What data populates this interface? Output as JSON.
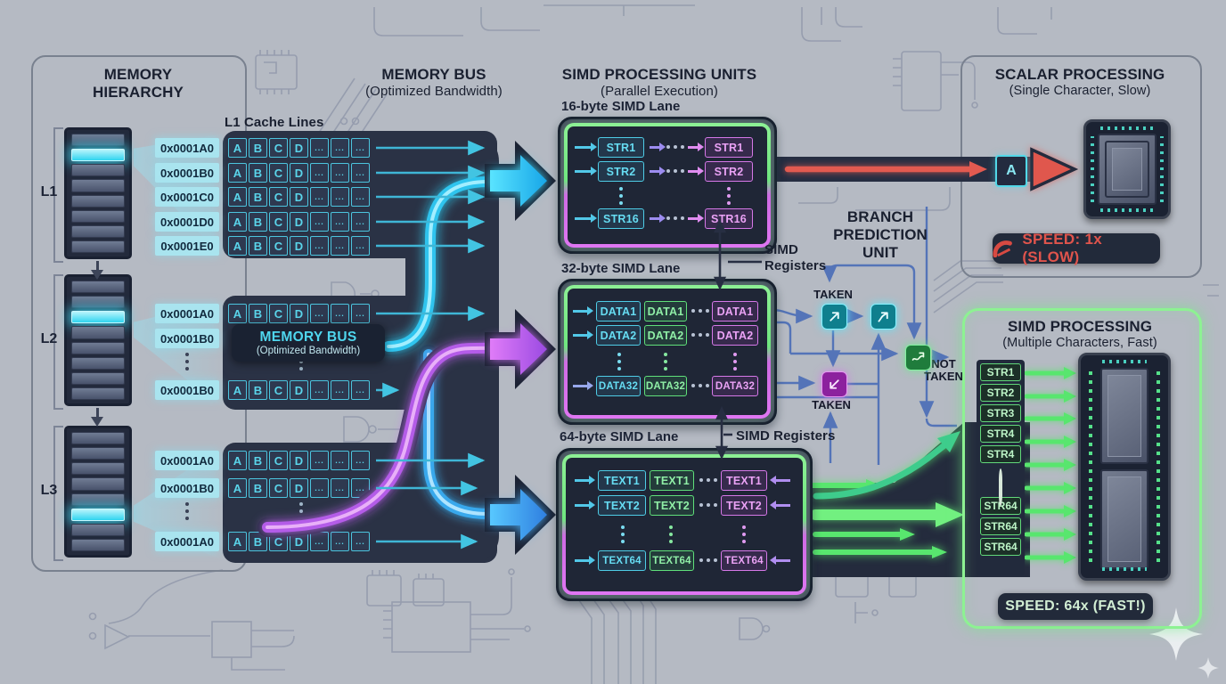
{
  "memory_hierarchy": {
    "title": "MEMORY HIERARCHY",
    "levels": [
      "L1",
      "L2",
      "L3"
    ]
  },
  "cache": {
    "lines_label": "L1 Cache Lines",
    "cells": [
      "A",
      "B",
      "C",
      "D",
      "...",
      "...",
      "..."
    ],
    "l1_addresses": [
      "0x0001A0",
      "0x0001B0",
      "0x0001C0",
      "0x0001D0",
      "0x0001E0"
    ],
    "l2_addresses": [
      "0x0001A0",
      "0x0001B0",
      "0x0001B0"
    ],
    "l3_addresses": [
      "0x0001A0",
      "0x0001B0",
      "0x0001A0"
    ]
  },
  "memory_bus": {
    "title": "MEMORY BUS",
    "subtitle": "(Optimized Bandwidth)"
  },
  "simd_units": {
    "title": "SIMD PROCESSING UNITS",
    "subtitle": "(Parallel Execution)",
    "registers_label": "SIMD Registers",
    "registers_label_2": "SIMD Registers",
    "lane16": {
      "label": "16-byte SIMD Lane",
      "rows": [
        {
          "src": "STR1",
          "dst": "STR1"
        },
        {
          "src": "STR2",
          "dst": "STR2"
        },
        {
          "src": "STR16",
          "dst": "STR16"
        }
      ]
    },
    "lane32": {
      "label": "32-byte SIMD Lane",
      "rows": [
        [
          "DATA1",
          "DATA1",
          "DATA1"
        ],
        [
          "DATA2",
          "DATA2",
          "DATA2"
        ],
        [
          "DATA32",
          "DATA32",
          "DATA32"
        ]
      ]
    },
    "lane64": {
      "label": "64-byte SIMD Lane",
      "rows": [
        [
          "TEXT1",
          "TEXT1",
          "TEXT1"
        ],
        [
          "TEXT2",
          "TEXT2",
          "TEXT2"
        ],
        [
          "TEXT64",
          "TEXT64",
          "TEXT64"
        ]
      ]
    }
  },
  "branch_prediction": {
    "title": "BRANCH PREDICTION UNIT",
    "taken_top": "TAKEN",
    "taken_bottom": "TAKEN",
    "not_taken": "NOT TAKEN"
  },
  "scalar": {
    "title": "SCALAR PROCESSING",
    "subtitle": "(Single Character, Slow)",
    "input_char": "A",
    "speed_label": "SPEED: 1x (SLOW)"
  },
  "simd_processing": {
    "title": "SIMD PROCESSING",
    "subtitle": "(Multiple Characters, Fast)",
    "registers_top": [
      "STR1",
      "STR2",
      "STR3",
      "STR4",
      "STR4"
    ],
    "registers_bottom": [
      "STR64",
      "STR64",
      "STR64"
    ],
    "speed_label": "SPEED: 64x (FAST!)"
  },
  "colors": {
    "background": "#b5bac3",
    "panel_dark": "#242b3d",
    "cyan": "#45d6ee",
    "magenta": "#d36ee0",
    "green": "#6fe57d",
    "red": "#e2574d",
    "connector_blue": "#5474b8"
  }
}
